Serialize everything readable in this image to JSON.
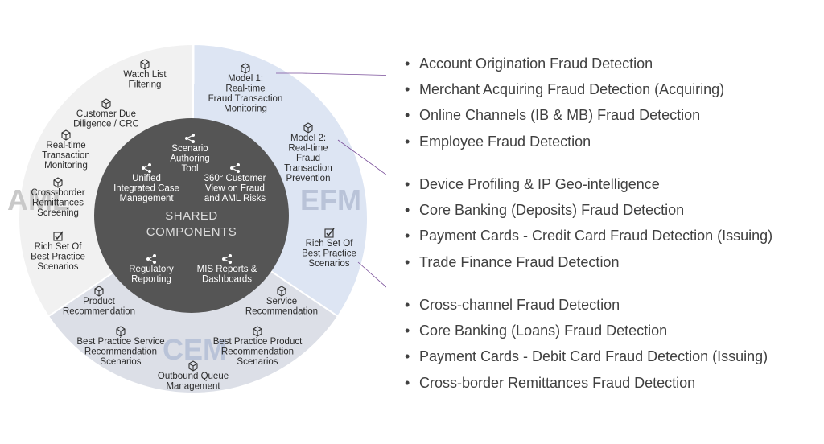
{
  "segments": {
    "aml": "AML",
    "efm": "EFM",
    "cem": "CEM"
  },
  "core": {
    "title_line1": "SHARED",
    "title_line2": "COMPONENTS",
    "items": [
      {
        "lines": [
          "Scenario",
          "Authoring",
          "Tool"
        ]
      },
      {
        "lines": [
          "Unified",
          "Integrated Case",
          "Management"
        ]
      },
      {
        "lines": [
          "360° Customer",
          "View on Fraud",
          "and AML Risks"
        ]
      },
      {
        "lines": [
          "Regulatory",
          "Reporting"
        ]
      },
      {
        "lines": [
          "MIS Reports &",
          "Dashboards"
        ]
      }
    ]
  },
  "ring_nodes": [
    {
      "lines": [
        "Watch List",
        "Filtering"
      ],
      "icon": "cube-icon"
    },
    {
      "lines": [
        "Customer Due",
        "Diligence / CRC"
      ],
      "icon": "cube-icon"
    },
    {
      "lines": [
        "Real-time",
        "Transaction",
        "Monitoring"
      ],
      "icon": "cube-icon"
    },
    {
      "lines": [
        "Cross-border",
        "Remittances",
        "Screening"
      ],
      "icon": "cube-icon"
    },
    {
      "lines": [
        "Rich Set Of",
        "Best Practice",
        "Scenarios"
      ],
      "icon": "checkbox-icon"
    },
    {
      "lines": [
        "Model 1:",
        "Real-time",
        "Fraud Transaction",
        "Monitoring"
      ],
      "icon": "cube-icon"
    },
    {
      "lines": [
        "Model 2:",
        "Real-time",
        "Fraud",
        "Transaction",
        "Prevention"
      ],
      "icon": "cube-icon"
    },
    {
      "lines": [
        "Rich Set Of",
        "Best Practice",
        "Scenarios"
      ],
      "icon": "checkbox-icon"
    },
    {
      "lines": [
        "Product",
        "Recommendation"
      ],
      "icon": "cube-icon"
    },
    {
      "lines": [
        "Service",
        "Recommendation"
      ],
      "icon": "cube-icon"
    },
    {
      "lines": [
        "Best Practice Service",
        "Recommendation",
        "Scenarios"
      ],
      "icon": "cube-icon"
    },
    {
      "lines": [
        "Best Practice Product",
        "Recommendation",
        "Scenarios"
      ],
      "icon": "cube-icon"
    },
    {
      "lines": [
        "Outbound Queue",
        "Management"
      ],
      "icon": "cube-icon"
    }
  ],
  "bullet_groups": [
    {
      "items": [
        "Account Origination Fraud Detection",
        "Merchant Acquiring Fraud Detection (Acquiring)",
        "Online Channels (IB & MB) Fraud Detection",
        "Employee Fraud Detection"
      ]
    },
    {
      "items": [
        "Device Profiling & IP Geo-intelligence",
        "Core Banking (Deposits) Fraud Detection",
        "Payment Cards - Credit Card Fraud Detection (Issuing)",
        "Trade Finance Fraud Detection"
      ]
    },
    {
      "items": [
        "Cross-channel Fraud Detection",
        "Core Banking (Loans) Fraud Detection",
        "Payment Cards - Debit Card Fraud Detection (Issuing)",
        "Cross-border Remittances Fraud Detection"
      ]
    }
  ],
  "bullet_symbol": "•",
  "colors": {
    "aml_segment": "#f1f1f1",
    "efm_segment": "#dde5f3",
    "cem_segment": "#dcdfe7",
    "core_circle": "#555555",
    "connector": "#7a4f9a"
  }
}
